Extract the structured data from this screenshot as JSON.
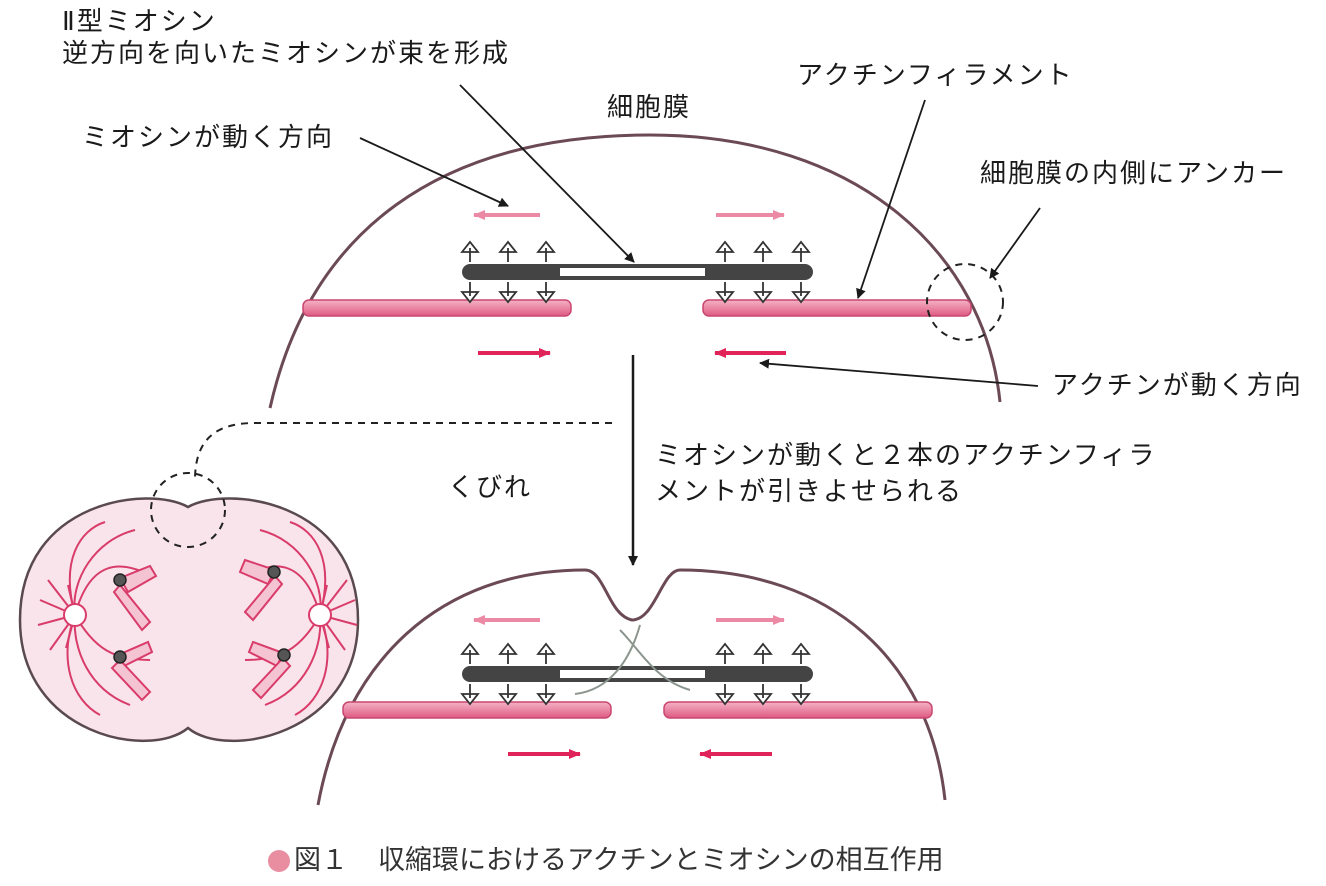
{
  "labels": {
    "myosin_type": "Ⅱ型ミオシン",
    "myosin_bundle": "逆方向を向いたミオシンが束を形成",
    "membrane": "細胞膜",
    "actin_filament": "アクチンフィラメント",
    "myosin_direction": "ミオシンが動く方向",
    "anchor": "細胞膜の内側にアンカー",
    "actin_direction": "アクチンが動く方向",
    "pulled_line1": "ミオシンが動くと２本のアクチンフィラ",
    "pulled_line2": "メントが引きよせられる",
    "constriction": "くびれ"
  },
  "caption": {
    "figure_no": "図１",
    "title": "収縮環におけるアクチンとミオシンの相互作用"
  },
  "colors": {
    "membrane": "#6b4a56",
    "actin": "#e2668a",
    "arrow": "#e0245a",
    "myosin": "#7a847c",
    "cell_fill": "#f8e4ea"
  }
}
